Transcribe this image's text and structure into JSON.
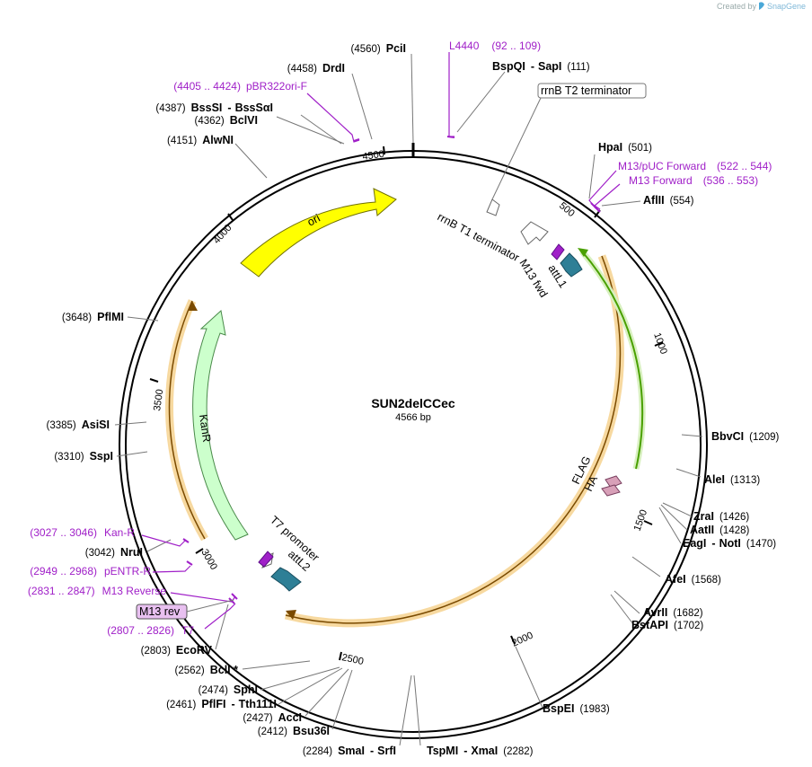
{
  "credit": {
    "prefix": "Created by",
    "brand": "SnapGene"
  },
  "plasmid": {
    "name": "SUN2delCCec",
    "length": "4566 bp"
  },
  "ring_ticks": [
    "500",
    "1000",
    "1500",
    "2000",
    "2500",
    "3000",
    "3500",
    "4000",
    "4500"
  ],
  "enzymes": [
    {
      "pos": "(4560)",
      "name": "PciI"
    },
    {
      "pos": "(4458)",
      "name": "DrdI"
    },
    {
      "pos": "(4387)",
      "name": "BssSI",
      "sep": "-",
      "name2": "BssSαI"
    },
    {
      "pos": "(4362)",
      "name": "BclVI"
    },
    {
      "pos": "(4151)",
      "name": "AlwNI"
    },
    {
      "pos": "(3648)",
      "name": "PflMI"
    },
    {
      "pos": "(3385)",
      "name": "AsiSI"
    },
    {
      "pos": "(3310)",
      "name": "SspI"
    },
    {
      "pos": "(3042)",
      "name": "NruI"
    },
    {
      "pos": "(2803)",
      "name": "EcoRV"
    },
    {
      "pos": "(2562)",
      "name": "BclI *"
    },
    {
      "pos": "(2474)",
      "name": "SphI"
    },
    {
      "pos": "(2461)",
      "name": "PflFI",
      "sep": "-",
      "name2": "Tth111I"
    },
    {
      "pos": "(2427)",
      "name": "AccI"
    },
    {
      "pos": "(2412)",
      "name": "Bsu36I"
    },
    {
      "pos": "(2284)",
      "name": "SmaI",
      "sep": "-",
      "name2": "SrfI"
    },
    {
      "name": "TspMI",
      "sep": "-",
      "name2": "XmaI",
      "pos": "(2282)"
    },
    {
      "name": "BspEI",
      "pos": "(1983)"
    },
    {
      "name": "BstAPI",
      "pos": "(1702)"
    },
    {
      "name": "AvrII",
      "pos": "(1682)"
    },
    {
      "name": "AfeI",
      "pos": "(1568)"
    },
    {
      "name": "EagI",
      "sep": "-",
      "name2": "NotI",
      "pos": "(1470)"
    },
    {
      "name": "AatII",
      "pos": "(1428)"
    },
    {
      "name": "ZraI",
      "pos": "(1426)"
    },
    {
      "name": "AleI",
      "pos": "(1313)"
    },
    {
      "name": "BbvCI",
      "pos": "(1209)"
    },
    {
      "name": "AflII",
      "pos": "(554)"
    },
    {
      "name": "HpaI",
      "pos": "(501)"
    },
    {
      "name": "BspQI",
      "sep": "-",
      "name2": "SapI",
      "pos": "(111)"
    }
  ],
  "primers": [
    {
      "range": "(4405 .. 4424)",
      "name": "pBR322ori-F"
    },
    {
      "name": "L4440",
      "range": "(92 .. 109)"
    },
    {
      "name": "M13/pUC Forward",
      "range": "(522 .. 544)"
    },
    {
      "name": "M13 Forward",
      "range": "(536 .. 553)"
    },
    {
      "range": "(3027 .. 3046)",
      "name": "Kan-R"
    },
    {
      "range": "(2949 .. 2968)",
      "name": "pENTR-R"
    },
    {
      "range": "(2831 .. 2847)",
      "name": "M13 Reverse"
    },
    {
      "range": "(2807 .. 2826)",
      "name": "T7"
    }
  ],
  "boxed_features": {
    "rrnb_t2": "rrnB T2 terminator",
    "m13_rev": "M13 rev"
  },
  "features": {
    "ori": "ori",
    "kanr": "KanR",
    "rrnb_t1": "rrnB T1 terminator",
    "m13_fwd": "M13 fwd",
    "attl1": "attL1",
    "flag": "FLAG",
    "ha": "HA",
    "t7_promoter": "T7 promoter",
    "attl2": "attL2"
  },
  "colors": {
    "ori": "#ffff00",
    "kanr": "#ccffcc",
    "attl": "#2e7f96",
    "orf_highlight": "#f7d9a0",
    "orf_line": "#7a4a00",
    "green_orf": "#49a000",
    "primer": "#a020c8",
    "tag": "#d8a0b8"
  }
}
